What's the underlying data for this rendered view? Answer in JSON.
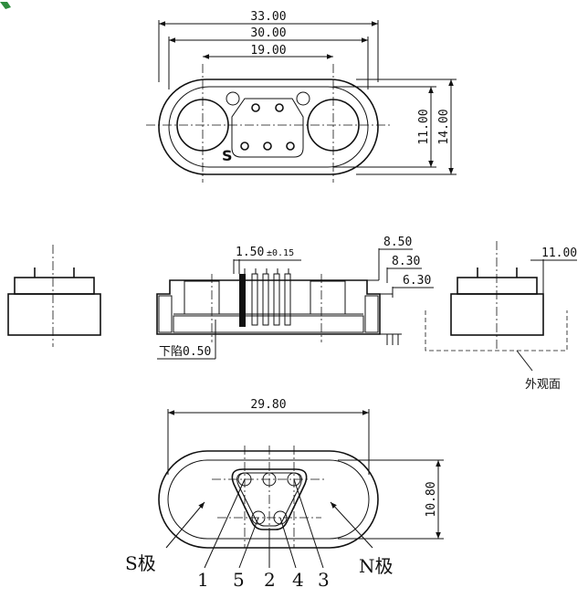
{
  "top_view": {
    "dims": {
      "overall_length": "33.00",
      "inner_length": "30.00",
      "hole_spacing": "19.00",
      "inner_height": "11.00",
      "overall_height": "14.00"
    },
    "s_mark": "S"
  },
  "section_view": {
    "dims": {
      "pin_width": "1.50",
      "pin_tolerance": "±0.15",
      "h1": "8.50",
      "h2": "8.30",
      "h3": "6.30",
      "recess": "下陷0.50"
    }
  },
  "side_view": {
    "dims": {
      "height": "11.00"
    },
    "label": "外观面"
  },
  "bottom_view": {
    "dims": {
      "length": "29.80",
      "height": "10.80"
    },
    "pole_s": "S极",
    "pole_n": "N极",
    "pins": [
      "1",
      "5",
      "2",
      "4",
      "3"
    ]
  }
}
